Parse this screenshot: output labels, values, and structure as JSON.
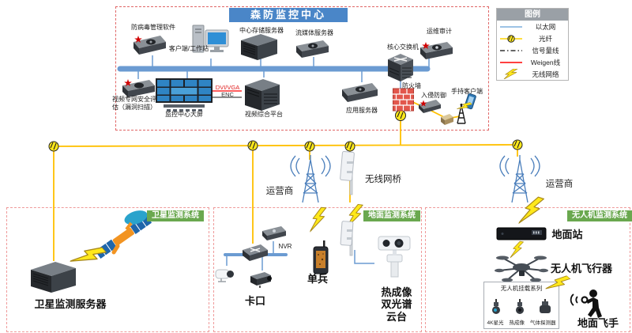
{
  "header": {
    "title": "森防监控中心"
  },
  "legend": {
    "title": "图例",
    "items": [
      {
        "label": "以太网",
        "type": "ethernet",
        "color": "#9dc3e6"
      },
      {
        "label": "光纤",
        "type": "fiber",
        "color": "#ffd400"
      },
      {
        "label": "信号量线",
        "type": "signal",
        "color": "#333333"
      },
      {
        "label": "Weigen线",
        "type": "weigen",
        "color": "#ff4040"
      },
      {
        "label": "无线网络",
        "type": "wireless",
        "color": "#ffe81a"
      }
    ]
  },
  "colors": {
    "ethernet": "#6b9bd2",
    "fiber": "#ffc000",
    "zone_border": "#e06666",
    "badge_green": "#6aa84f",
    "title_bg": "#4a86c8",
    "bolt_yellow": "#ffe81a"
  },
  "monitoring_center": {
    "antivirus": "防病毒管理软件",
    "workstation": "客户端/工作站",
    "storage_server": "中心存储服务器",
    "streaming_server": "流媒体服务器",
    "ops_audit": "运维审计",
    "core_switch": "核心交换机",
    "video_eval": "视频专网安全评估（漏洞扫描）",
    "video_wall": "监控中心大屏",
    "video_platform": "视频综合平台",
    "app_server": "应用服务器",
    "firewall": "防火墙",
    "ips": "入侵防御",
    "handheld_client": "手持客户端",
    "link_dvi": "DVI/VGA",
    "link_enc": "ENC"
  },
  "backbone": {
    "carrier_mid": "运营商",
    "wireless_bridge": "无线网桥",
    "carrier_right": "运营商"
  },
  "satellite_zone": {
    "badge": "卫星监测系统",
    "server": "卫星监测服务器"
  },
  "ground_zone": {
    "badge": "地面监测系统",
    "nvr": "NVR",
    "checkpoint": "卡口",
    "soldier": "单兵",
    "ptz": "热成像\n双光谱\n云台"
  },
  "drone_zone": {
    "badge": "无人机监测系统",
    "ground_station": "地面站",
    "uav": "无人机飞行器",
    "payload": {
      "title": "无人机挂载系列",
      "items": [
        "4K星光",
        "热成像",
        "气体探测器"
      ]
    },
    "pilot": "地面飞手"
  }
}
